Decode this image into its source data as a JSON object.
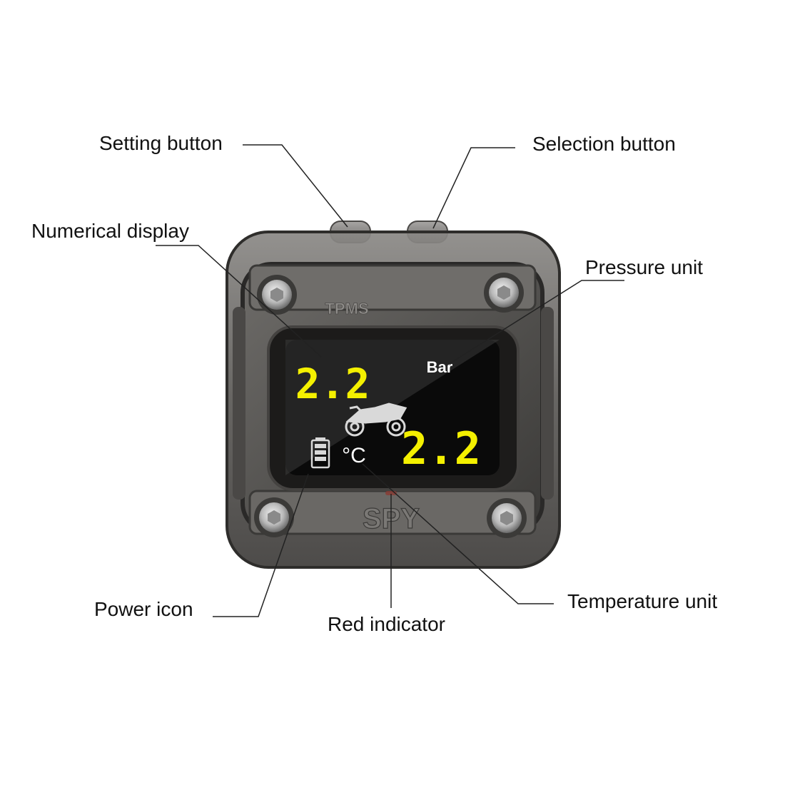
{
  "callouts": {
    "setting_button": "Setting button",
    "selection_button": "Selection button",
    "numerical_display": "Numerical display",
    "pressure_unit": "Pressure unit",
    "power_icon": "Power icon",
    "red_indicator": "Red indicator",
    "temperature_unit": "Temperature unit"
  },
  "device": {
    "top_label": "TPMS",
    "bottom_label": "SPY",
    "screen": {
      "front_value": "2.2",
      "rear_value": "2.2",
      "pressure_unit": "Bar",
      "temperature_unit": "°C"
    }
  },
  "colors": {
    "lcd_digits": "#f4f000",
    "lcd_background": "#0a0a0a",
    "housing": "#5d5b58",
    "leader_lines": "#222222"
  }
}
